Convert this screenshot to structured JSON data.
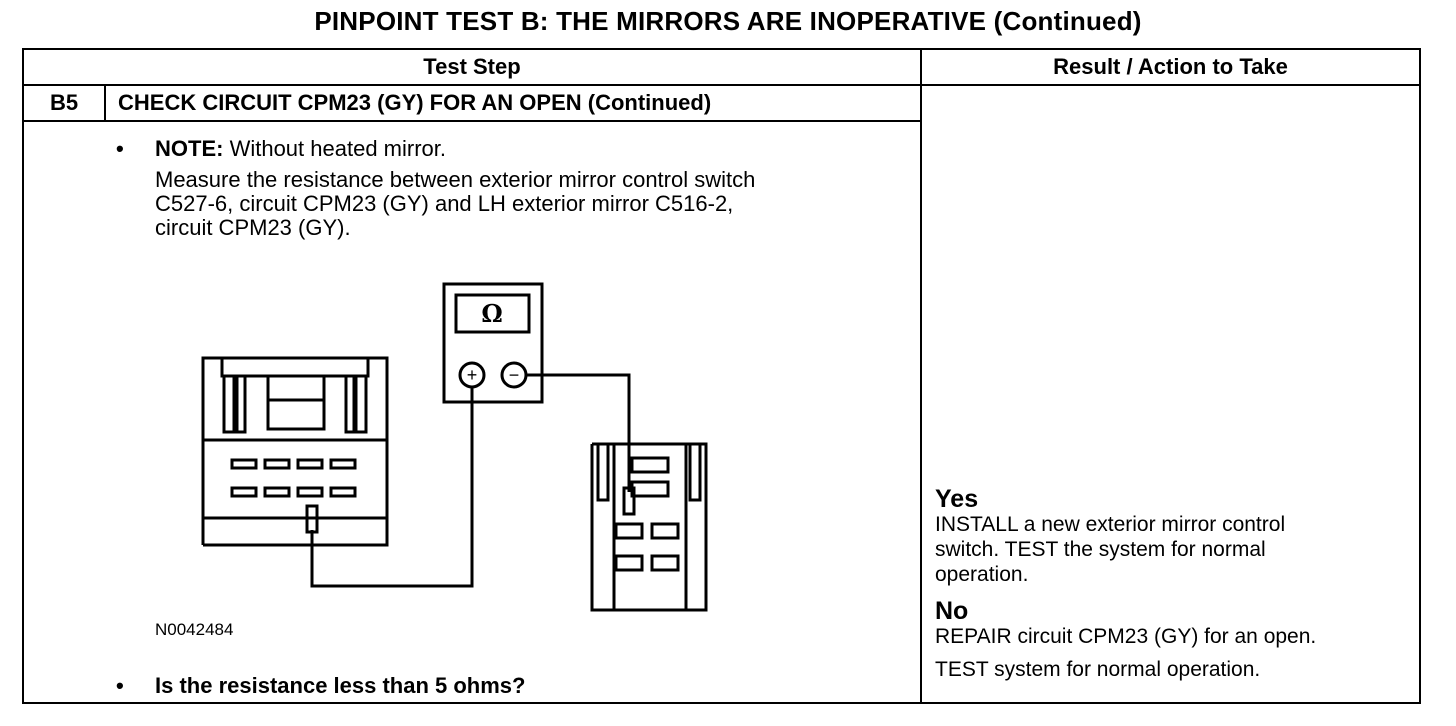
{
  "title": "PINPOINT TEST  B: THE MIRRORS ARE INOPERATIVE (Continued)",
  "table": {
    "col_test_step": "Test Step",
    "col_result": "Result / Action to Take"
  },
  "step": {
    "id": "B5",
    "title": "CHECK CIRCUIT CPM23 (GY) FOR AN OPEN (Continued)",
    "bullet": "•",
    "note_label": "NOTE:",
    "note_text": " Without heated mirror.",
    "measure_lines": [
      "Measure the resistance between exterior mirror control switch",
      "C527-6, circuit CPM23 (GY) and LH exterior mirror C516-2,",
      "circuit CPM23 (GY)."
    ],
    "figure_id": "N0042484",
    "question": "Is the resistance less than 5 ohms?"
  },
  "meter": {
    "display": "Ω",
    "plus": "+",
    "minus": "−"
  },
  "results": {
    "yes_label": "Yes",
    "yes_lines": [
      "INSTALL a new exterior mirror control",
      "switch. TEST the system for normal",
      "operation."
    ],
    "no_label": "No",
    "no_lines": [
      "REPAIR circuit CPM23 (GY) for an open.",
      "TEST system for normal operation."
    ]
  }
}
